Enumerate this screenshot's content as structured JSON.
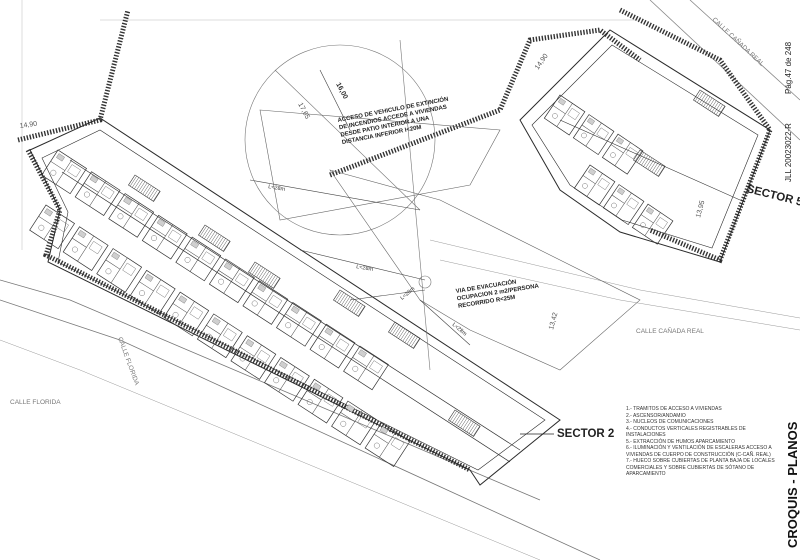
{
  "sheet": {
    "title": "CROQUIS - PLANOS",
    "reference": "JLL 20023022-R",
    "page": "Pág.47 de 248"
  },
  "labels": {
    "sector2": "SECTOR 2",
    "sector5": "SECTOR 5",
    "street_florida_1": "CALLE FLORIDA",
    "street_florida_2": "CALLE FLORIDA",
    "street_canada_1": "CALLE CAÑADA REAL",
    "street_canada_2": "CALLE CAÑADA REAL"
  },
  "annotations": {
    "fire_access": [
      "ACCESO DE VEHICULO DE EXTINCIÓN",
      "DE INCENDIOS ACCEDE A VIVIENDAS",
      "DESDE PATIO INTERIOR A UNA",
      "DISTANCIA INFERIOR I<20M"
    ],
    "evacuation": [
      "VIA DE EVACUACIÓN",
      "OCUPACION 2 m2/PERSONA",
      "RECORRIDO R<25M"
    ],
    "dim_16": "16,00",
    "dim_17": "17,65",
    "dim_14a": "14,90",
    "dim_14b": "14,90",
    "dim_13a": "13,95",
    "dim_13b": "13,42",
    "dist_1": "L<28m",
    "dist_2": "L<28m",
    "dist_3": "L<28m",
    "dist_4": "L<28m"
  },
  "legend": [
    "1.- TRAMITOS DE ACCESO A VIVIENDAS",
    "2.- ASCENSOR/ANDAMIO",
    "3.- NUCLEOS DE COMUNICACIONES",
    "4.- CONDUCTOS VERTICALES REGISTRABLES DE INSTALACIONES",
    "5.- EXTRACCIÓN DE HUMOS APARCAMIENTO",
    "6.- ILUMINACIÓN Y VENTILACIÓN DE ESCALERAS ACCESO A VIVIENDAS DE CUERPO DE CONSTRUCCIÓN (C-CAÑ. REAL)",
    "7.- HUECO SOBRE CUBIERTAS DE PLANTA BAJA DE LOCALES COMERCIALES Y SOBRE CUBIERTAS DE SÓTANO DE APARCAMIENTO"
  ],
  "colors": {
    "ink": "#2b2b2b",
    "light": "#8a8a8a",
    "paper": "#ffffff"
  }
}
